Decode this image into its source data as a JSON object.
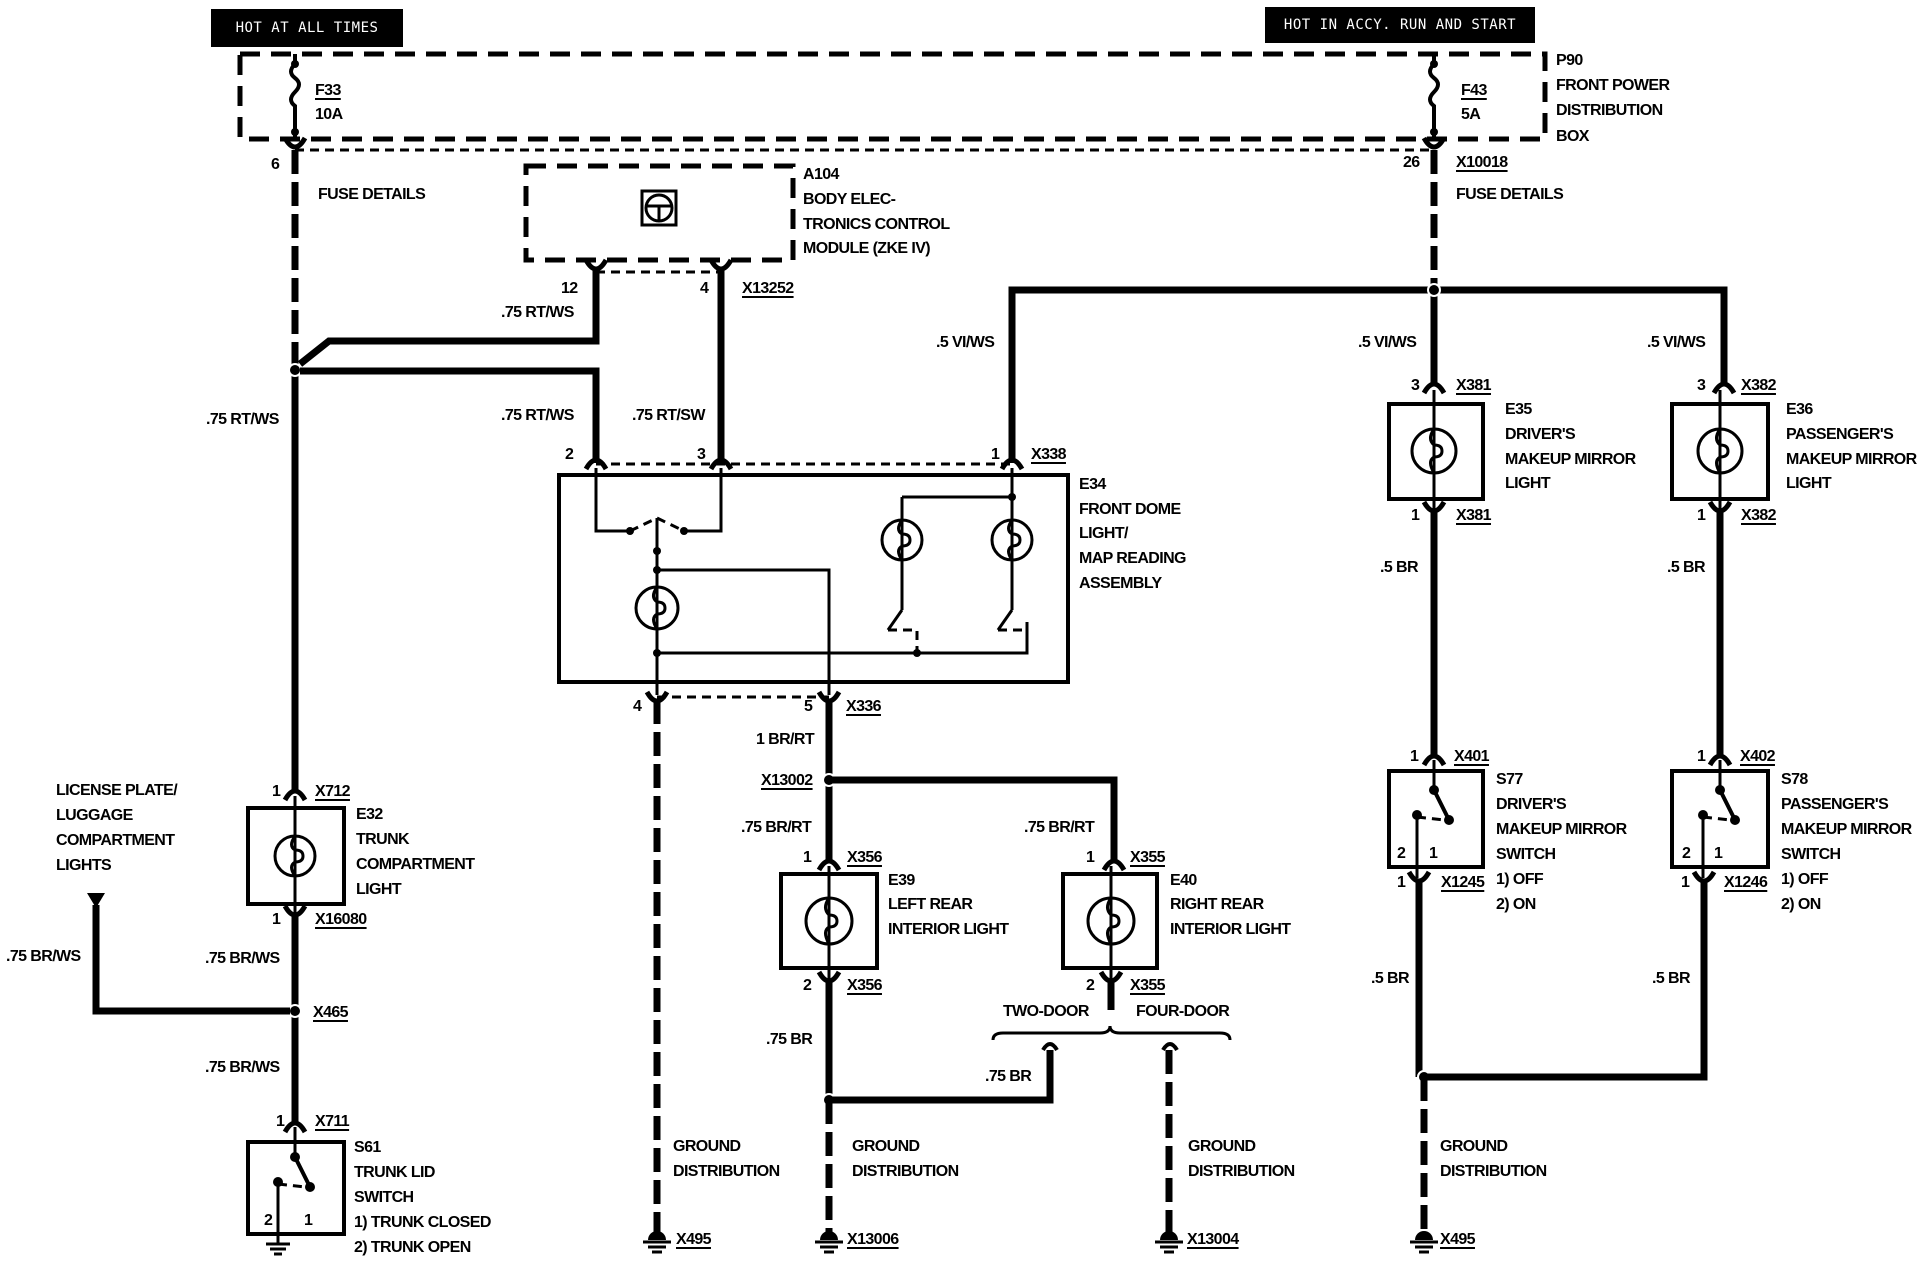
{
  "banners": {
    "hot_all_times": "HOT AT ALL TIMES",
    "hot_accy": "HOT IN  ACCY. RUN AND START"
  },
  "power_box": {
    "id": "P90",
    "name_lines": [
      "FRONT POWER",
      "DISTRIBUTION",
      "BOX"
    ],
    "fuse_left": {
      "id": "F33",
      "rating": "10A",
      "pin": "6",
      "detail": "FUSE DETAILS"
    },
    "fuse_right": {
      "id": "F43",
      "rating": "5A",
      "pin": "26",
      "connector": "X10018",
      "detail": "FUSE DETAILS"
    }
  },
  "module_a104": {
    "id": "A104",
    "name_lines": [
      "BODY ELEC-",
      "TRONICS CONTROL",
      "MODULE (ZKE IV)"
    ],
    "pin_12": "12",
    "pin_4": "4",
    "connector": "X13252"
  },
  "wires": {
    "rt_ws_a104": ".75 RT/WS",
    "rt_ws_left": ".75 RT/WS",
    "rt_ws_e34": ".75 RT/WS",
    "rt_sw_e34": ".75 RT/SW",
    "vi_ws_e34": ".5 VI/WS",
    "vi_ws_e35": ".5 VI/WS",
    "vi_ws_e36": ".5 VI/WS",
    "br_e35": ".5 BR",
    "br_e36": ".5 BR",
    "br_s77": ".5 BR",
    "br_s78": ".5 BR",
    "br_rt_1": "1 BR/RT",
    "br_rt_e39": ".75 BR/RT",
    "br_rt_e40": ".75 BR/RT",
    "br_e39": ".75 BR",
    "br_e40": ".75 BR",
    "br_ws_e32": ".75 BR/WS",
    "br_ws_lic": ".75 BR/WS",
    "br_ws_s61": ".75 BR/WS"
  },
  "e34": {
    "id": "E34",
    "name_lines": [
      "FRONT DOME",
      "LIGHT/",
      "MAP READING",
      "ASSEMBLY"
    ],
    "pin_2": "2",
    "pin_3": "3",
    "pin_1": "1",
    "connector_top": "X338",
    "pin_4": "4",
    "pin_5": "5",
    "connector_bottom": "X336"
  },
  "e35": {
    "id": "E35",
    "name_lines": [
      "DRIVER'S",
      "MAKEUP MIRROR",
      "LIGHT"
    ],
    "pin_top": "3",
    "pin_bottom": "1",
    "connector": "X381"
  },
  "e36": {
    "id": "E36",
    "name_lines": [
      "PASSENGER'S",
      "MAKEUP MIRROR",
      "LIGHT"
    ],
    "pin_top": "3",
    "pin_bottom": "1",
    "connector": "X382"
  },
  "s77": {
    "id": "S77",
    "name_lines": [
      "DRIVER'S",
      "MAKEUP MIRROR",
      "SWITCH"
    ],
    "states": [
      "1)   OFF",
      "2)   ON"
    ],
    "pin_top": "1",
    "connector_top": "X401",
    "pin_bottom": "1",
    "connector_bottom": "X1245",
    "contact_2": "2",
    "contact_1": "1"
  },
  "s78": {
    "id": "S78",
    "name_lines": [
      "PASSENGER'S",
      "MAKEUP MIRROR",
      "SWITCH"
    ],
    "states": [
      "1)   OFF",
      "2)   ON"
    ],
    "pin_top": "1",
    "connector_top": "X402",
    "pin_bottom": "1",
    "connector_bottom": "X1246",
    "contact_2": "2",
    "contact_1": "1"
  },
  "e32": {
    "id": "E32",
    "name_lines": [
      "TRUNK",
      "COMPARTMENT",
      "LIGHT"
    ],
    "pin_top": "1",
    "connector_top": "X712",
    "pin_bottom": "1",
    "connector_bottom": "X16080"
  },
  "license": {
    "name_lines": [
      "LICENSE PLATE/",
      "LUGGAGE",
      "COMPARTMENT",
      "LIGHTS"
    ],
    "splice": "X465"
  },
  "s61": {
    "id": "S61",
    "name_lines": [
      "TRUNK LID",
      "SWITCH"
    ],
    "states": [
      "1)    TRUNK CLOSED",
      "2)    TRUNK OPEN"
    ],
    "pin_top": "1",
    "connector_top": "X711",
    "contact_2": "2",
    "contact_1": "1"
  },
  "splice_x13002": "X13002",
  "e39": {
    "id": "E39",
    "name_lines": [
      "LEFT REAR",
      "INTERIOR LIGHT"
    ],
    "pin_top": "1",
    "pin_bottom": "2",
    "connector": "X356"
  },
  "e40": {
    "id": "E40",
    "name_lines": [
      "RIGHT REAR",
      "INTERIOR LIGHT"
    ],
    "pin_top": "1",
    "pin_bottom": "2",
    "connector": "X355"
  },
  "door_variants": {
    "two_door": "TWO-DOOR",
    "four_door": "FOUR-DOOR"
  },
  "grounds": [
    {
      "label_lines": [
        "GROUND",
        "DISTRIBUTION"
      ],
      "id": "X495"
    },
    {
      "label_lines": [
        "GROUND",
        "DISTRIBUTION"
      ],
      "id": "X13006"
    },
    {
      "label_lines": [
        "GROUND",
        "DISTRIBUTION"
      ],
      "id": "X13004"
    },
    {
      "label_lines": [
        "GROUND",
        "DISTRIBUTION"
      ],
      "id": "X495"
    }
  ]
}
